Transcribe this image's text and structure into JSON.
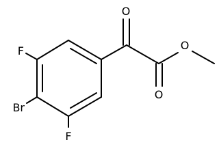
{
  "molecule": {
    "atoms": {
      "fluorine_top": "F",
      "bromine": "Br",
      "fluorine_bottom": "F",
      "ketone_oxygen": "O",
      "ester_carbonyl_oxygen": "O",
      "ester_ether_oxygen": "O"
    },
    "bond_color": "#000000"
  }
}
